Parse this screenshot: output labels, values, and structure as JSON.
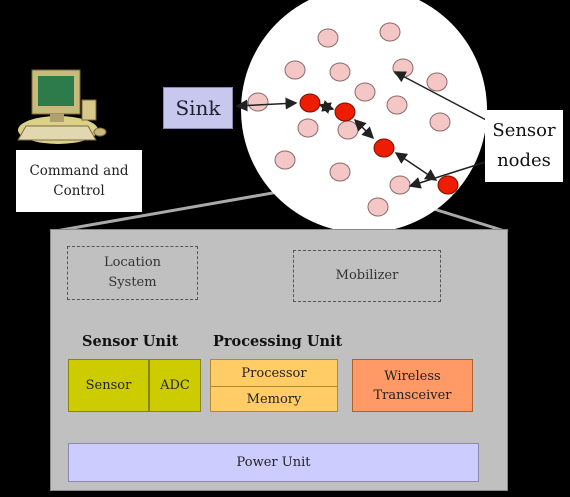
{
  "sink": {
    "label": "Sink"
  },
  "command": {
    "line1": "Command and",
    "line2": "Control"
  },
  "sensor_nodes": {
    "line1": "Sensor",
    "line2": "nodes"
  },
  "panel": {
    "location": {
      "line1": "Location",
      "line2": "System"
    },
    "mobilizer": "Mobilizer",
    "sensor_unit_label": "Sensor Unit",
    "processing_unit_label": "Processing Unit",
    "sensor": "Sensor",
    "adc": "ADC",
    "processor": "Processor",
    "memory": "Memory",
    "wireless": {
      "line1": "Wireless",
      "line2": "Transceiver"
    },
    "power": "Power Unit"
  },
  "colors": {
    "node_idle": "#f5c6c6",
    "node_active": "#ee1c00",
    "sensor_unit": "#cccc00",
    "processing_unit": "#ffcc66",
    "wireless": "#ff9966",
    "power": "#ccccff",
    "panel": "#c0c0c0"
  }
}
